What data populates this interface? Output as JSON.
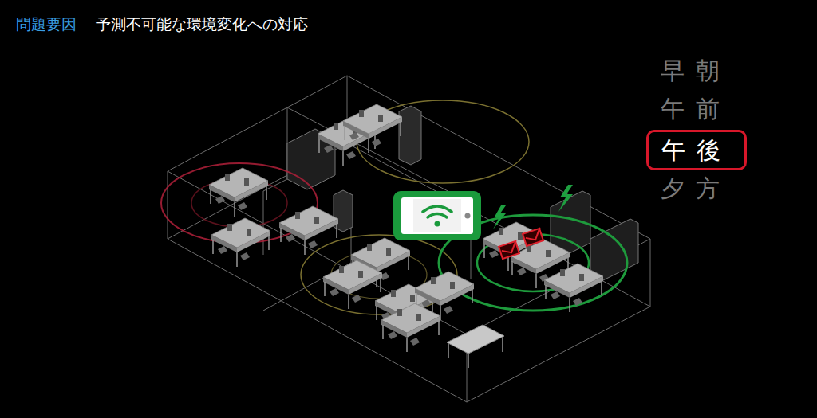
{
  "diagram": {
    "title": "予測不可能な環境変化への対応",
    "nodes": [
      {
        "text": [
          "午後"
        ]
      }
    ],
    "labels": [
      "問題要因",
      "早朝",
      "午前",
      "夕方"
    ]
  }
}
